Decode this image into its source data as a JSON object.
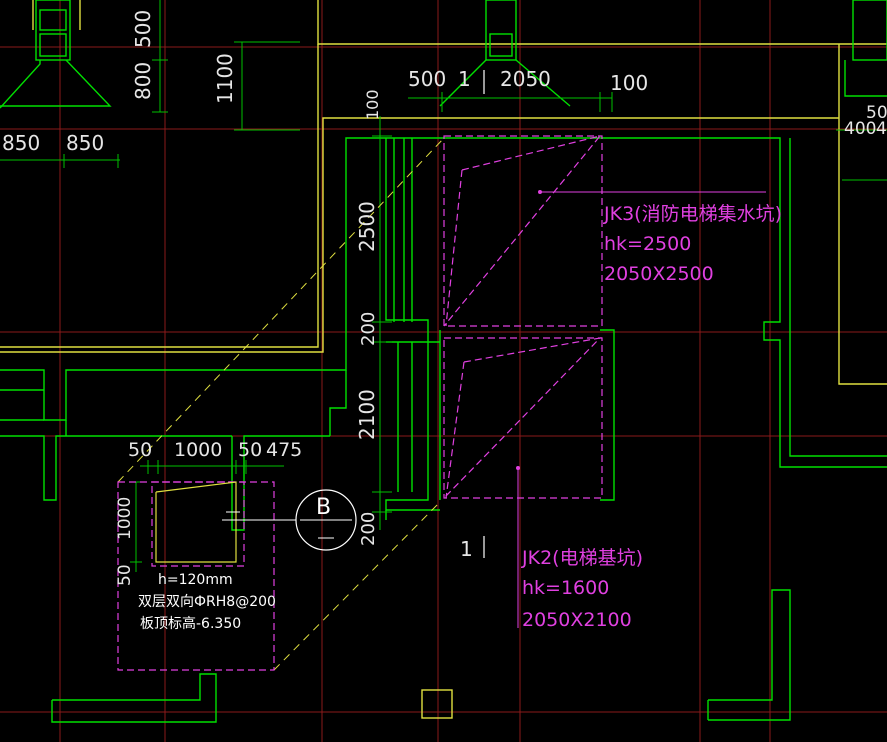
{
  "colors": {
    "background": "#000000",
    "grid": "#8a1a1a",
    "wall": "#00e000",
    "beam": "#e0e040",
    "dimension": "#00c000",
    "dim_text": "#e6e6e6",
    "pit": "#e040e0",
    "marker": "#ffffff"
  },
  "dimensions": {
    "d500_top": "500",
    "d800": "800",
    "d1100": "1100",
    "d850_a": "850",
    "d850_b": "850",
    "d500_mid": "500",
    "d2050": "2050",
    "d100_top": "100",
    "d100_left": "100",
    "d2500": "2500",
    "d200_a": "200",
    "d2100": "2100",
    "d200_b": "200",
    "d50_right": "50",
    "d400_right": "400",
    "d4_right": "4",
    "det_50": "50",
    "det_1000": "1000",
    "det_50b": "50",
    "det_475": "475",
    "det_v1000": "1000",
    "det_v50": "50"
  },
  "section_marks": {
    "top": "1",
    "bottom": "1"
  },
  "pits": {
    "jk3": {
      "name": "JK3(消防电梯集水坑)",
      "depth": "hk=2500",
      "size": "2050X2500"
    },
    "jk2": {
      "name": "JK2(电梯基坑)",
      "depth": "hk=1600",
      "size": "2050X2100"
    }
  },
  "detail": {
    "callout": "B",
    "h": "h=120mm",
    "rebar": "双层双向ФRH8@200",
    "elev": "板顶标高-6.350"
  }
}
